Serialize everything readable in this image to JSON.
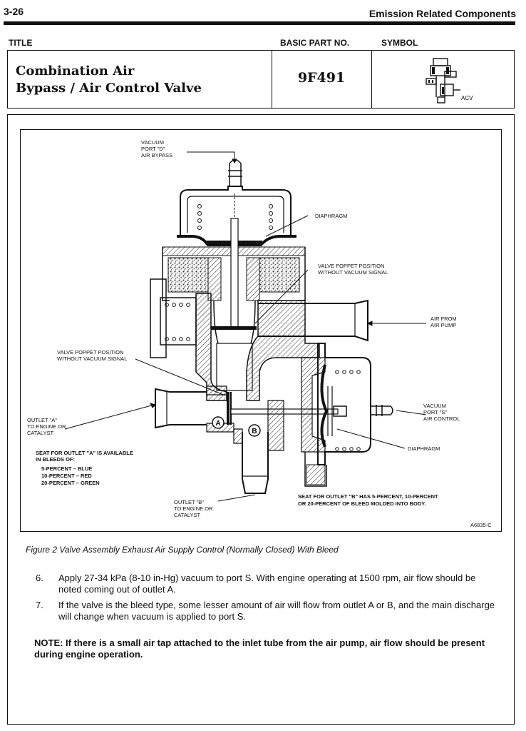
{
  "header": {
    "page_number": "3-26",
    "section": "Emission Related Components"
  },
  "table": {
    "title_label": "TITLE",
    "part_label": "BASIC PART NO.",
    "symbol_label": "SYMBOL",
    "title_line1": "Combination Air",
    "title_line2": "Bypass / Air Control Valve",
    "part_number": "9F491",
    "symbol_tag": "ACV"
  },
  "figure": {
    "callouts": {
      "vacuum_port_d": [
        "VACUUM",
        "PORT \"D\"",
        "AIR BYPASS"
      ],
      "diaphragm_top": "DIAPHRAGM",
      "poppet_right": [
        "VALVE POPPET POSITION",
        "WITHOUT VACUUM SIGNAL"
      ],
      "air_pump": [
        "AIR FROM",
        "AIR PUMP"
      ],
      "poppet_left": [
        "VALVE POPPET POSITION",
        "WITHOUT VACUUM SIGNAL"
      ],
      "vacuum_port_s": [
        "VACUUM",
        "PORT \"S\"",
        "AIR CONTROL"
      ],
      "outlet_a": [
        "OUTLET \"A\"",
        "TO ENGINE OR",
        "CATALYST"
      ],
      "diaphragm_bottom": "DIAPHRAGM",
      "seat_a": [
        "SEAT FOR OUTLET \"A\" IS AVAILABLE",
        "IN BLEEDS OF:"
      ],
      "bleeds": [
        "5-PERCENT – BLUE",
        "10-PERCENT – RED",
        "20-PERCENT – GREEN"
      ],
      "outlet_b": [
        "OUTLET \"B\"",
        "TO ENGINE OR",
        "CATALYST"
      ],
      "seat_b": [
        "SEAT FOR OUTLET \"B\" HAS 5-PERCENT, 10-PERCENT",
        "OR 20-PERCENT OF BLEED MOLDED INTO BODY."
      ],
      "marker_a": "A",
      "marker_b": "B",
      "figure_code": "A6835-C"
    },
    "caption": "Figure 2   Valve Assembly Exhaust Air Supply Control (Normally Closed) With Bleed"
  },
  "steps": [
    {
      "num": "6.",
      "text": "Apply 27-34 kPa (8-10 in-Hg) vacuum to port S. With engine operating at 1500 rpm, air flow should be noted coming out of outlet A."
    },
    {
      "num": "7.",
      "text": "If the valve is the bleed type, some lesser amount of air will flow from outlet A or B, and the main discharge will change when vacuum is applied to port S."
    }
  ],
  "note": "NOTE: If there is a small air tap attached to the inlet tube from the air pump, air flow should be present during engine operation."
}
